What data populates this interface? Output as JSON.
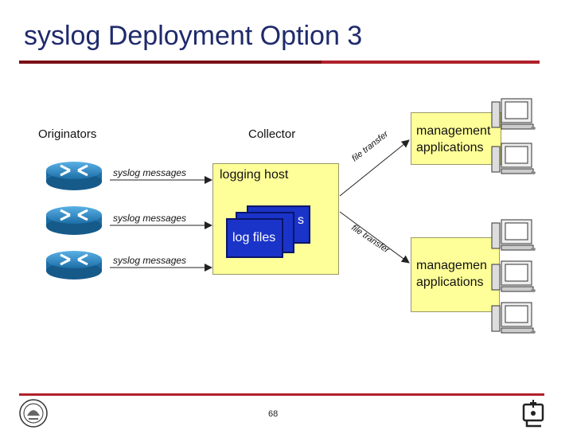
{
  "slide": {
    "title": "syslog Deployment Option 3",
    "page_number": "68"
  },
  "diagram": {
    "originators_label": "Originators",
    "collector_label": "Collector",
    "messages": [
      "syslog messages",
      "syslog messages",
      "syslog messages"
    ],
    "logging_host_label": "logging host",
    "log_files_label": "log files",
    "log_files_partial": "s s",
    "file_transfer_labels": [
      "file transfer",
      "file transfer"
    ],
    "management_apps": [
      {
        "line1": "management",
        "line2": "applications"
      },
      {
        "line1": "managemen",
        "line2": "applications"
      }
    ]
  },
  "colors": {
    "title": "#1f2a6b",
    "rule": "#b0202a",
    "box_fill": "#ffff99",
    "log_files_fill": "#1a33c8",
    "router_fill": "#2a86c2"
  },
  "icons": [
    "router-icon",
    "computer-icon",
    "university-seal-logo",
    "department-logo"
  ]
}
